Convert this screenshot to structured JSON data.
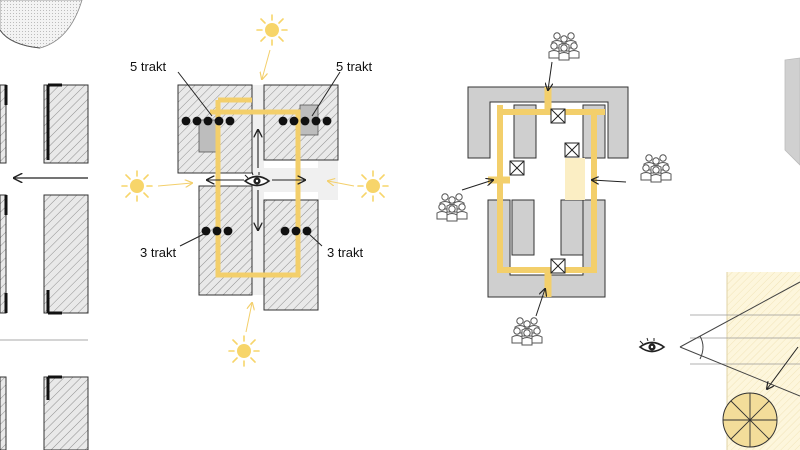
{
  "labels": {
    "top_left": "5 trakt",
    "top_right": "5 trakt",
    "bottom_left": "3 trakt",
    "bottom_right": "3 trakt"
  },
  "icons": [
    "sun-icon",
    "eye-icon",
    "people-group-icon",
    "arrow-icon",
    "stair-cross-icon"
  ],
  "colors": {
    "corridor_yellow": "#f3cf6b",
    "light_yellow": "#fbeec4",
    "building_gray": "#cfcfcf",
    "hatch_gray": "#9a9a9a",
    "sun_yellow": "#f7d56a",
    "line_dark": "#222222"
  }
}
